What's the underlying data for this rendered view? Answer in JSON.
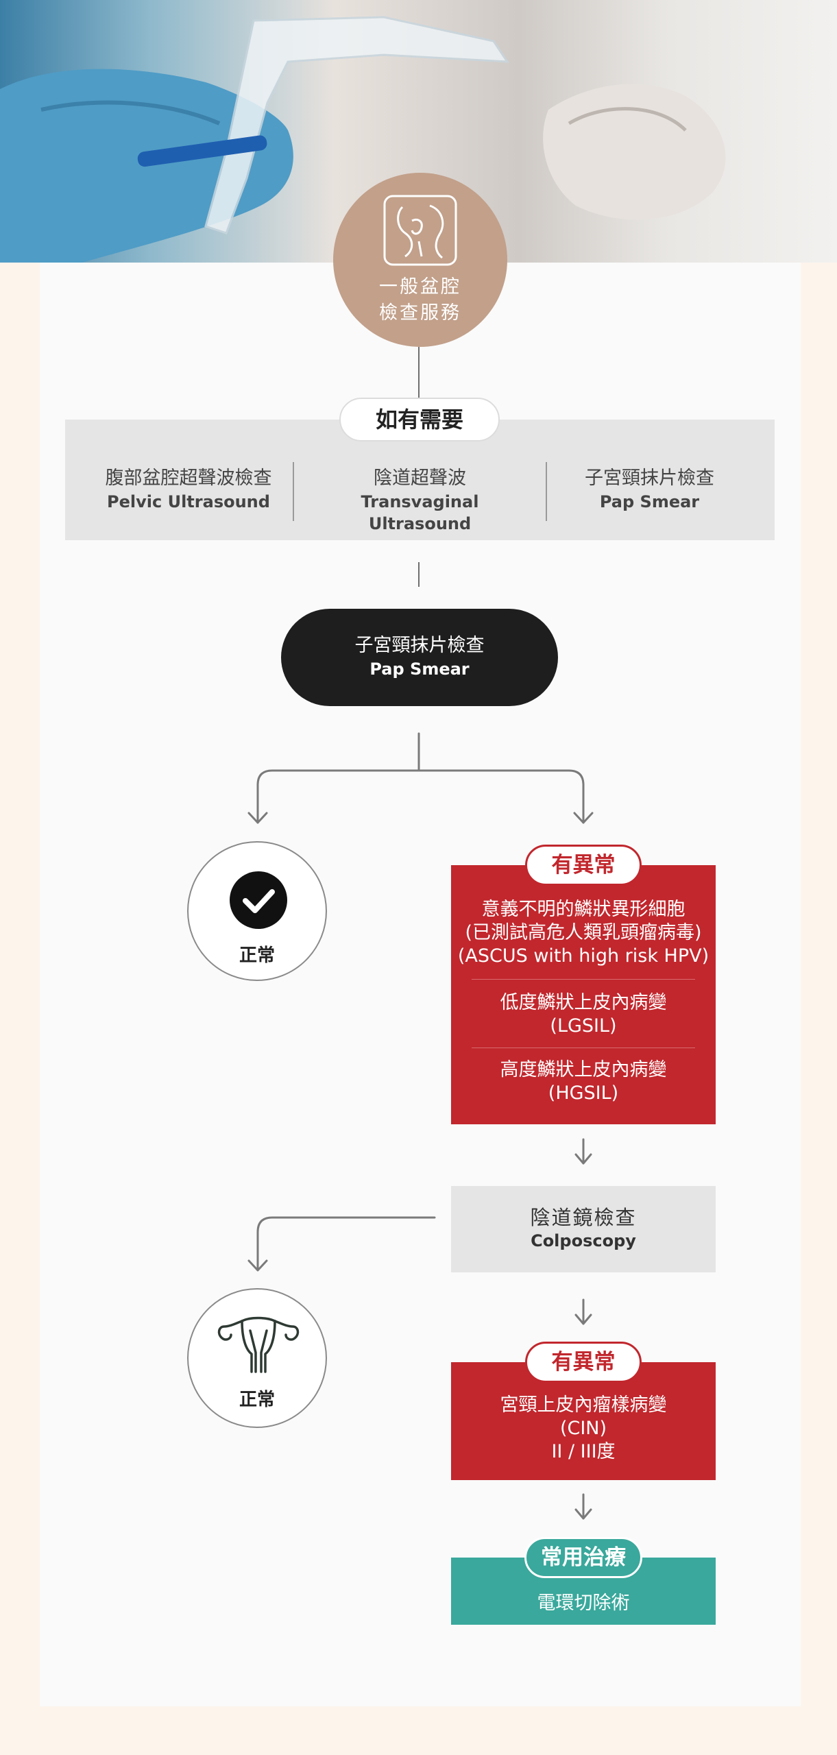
{
  "header": {
    "hero_alt": "gynecological exam photo",
    "icon_name": "pelvis-icon",
    "title_line1": "一般盆腔",
    "title_line2": "檢查服務"
  },
  "optional": {
    "label": "如有需要",
    "services": [
      {
        "zh": "腹部盆腔超聲波檢查",
        "en": "Pelvic Ultrasound"
      },
      {
        "zh": "陰道超聲波",
        "en": "Transvaginal Ultrasound"
      },
      {
        "zh": "子宮頸抹片檢查",
        "en": "Pap Smear"
      }
    ]
  },
  "pap": {
    "zh": "子宮頸抹片檢查",
    "en": "Pap Smear"
  },
  "normal1": {
    "label": "正常",
    "icon_name": "check-circle-icon"
  },
  "abnormal1": {
    "badge": "有異常",
    "items": [
      {
        "lines": [
          "意義不明的鱗狀異形細胞",
          "(已測試高危人類乳頭瘤病毒)",
          "(ASCUS with high risk HPV)"
        ]
      },
      {
        "lines": [
          "低度鱗狀上皮內病變",
          "(LGSIL)"
        ]
      },
      {
        "lines": [
          "高度鱗狀上皮內病變",
          "(HGSIL)"
        ]
      }
    ]
  },
  "colposcopy": {
    "zh": "陰道鏡檢查",
    "en": "Colposcopy"
  },
  "normal2": {
    "label": "正常",
    "icon_name": "uterus-icon"
  },
  "abnormal2": {
    "badge": "有異常",
    "lines": [
      "宮頸上皮內瘤樣病變",
      "(CIN)",
      "II / III度"
    ]
  },
  "treatment": {
    "badge": "常用治療",
    "item": "電環切除術"
  },
  "colors": {
    "brand_tan": "#c2a08a",
    "alert_red": "#c1272d",
    "teal": "#3aa89c"
  }
}
